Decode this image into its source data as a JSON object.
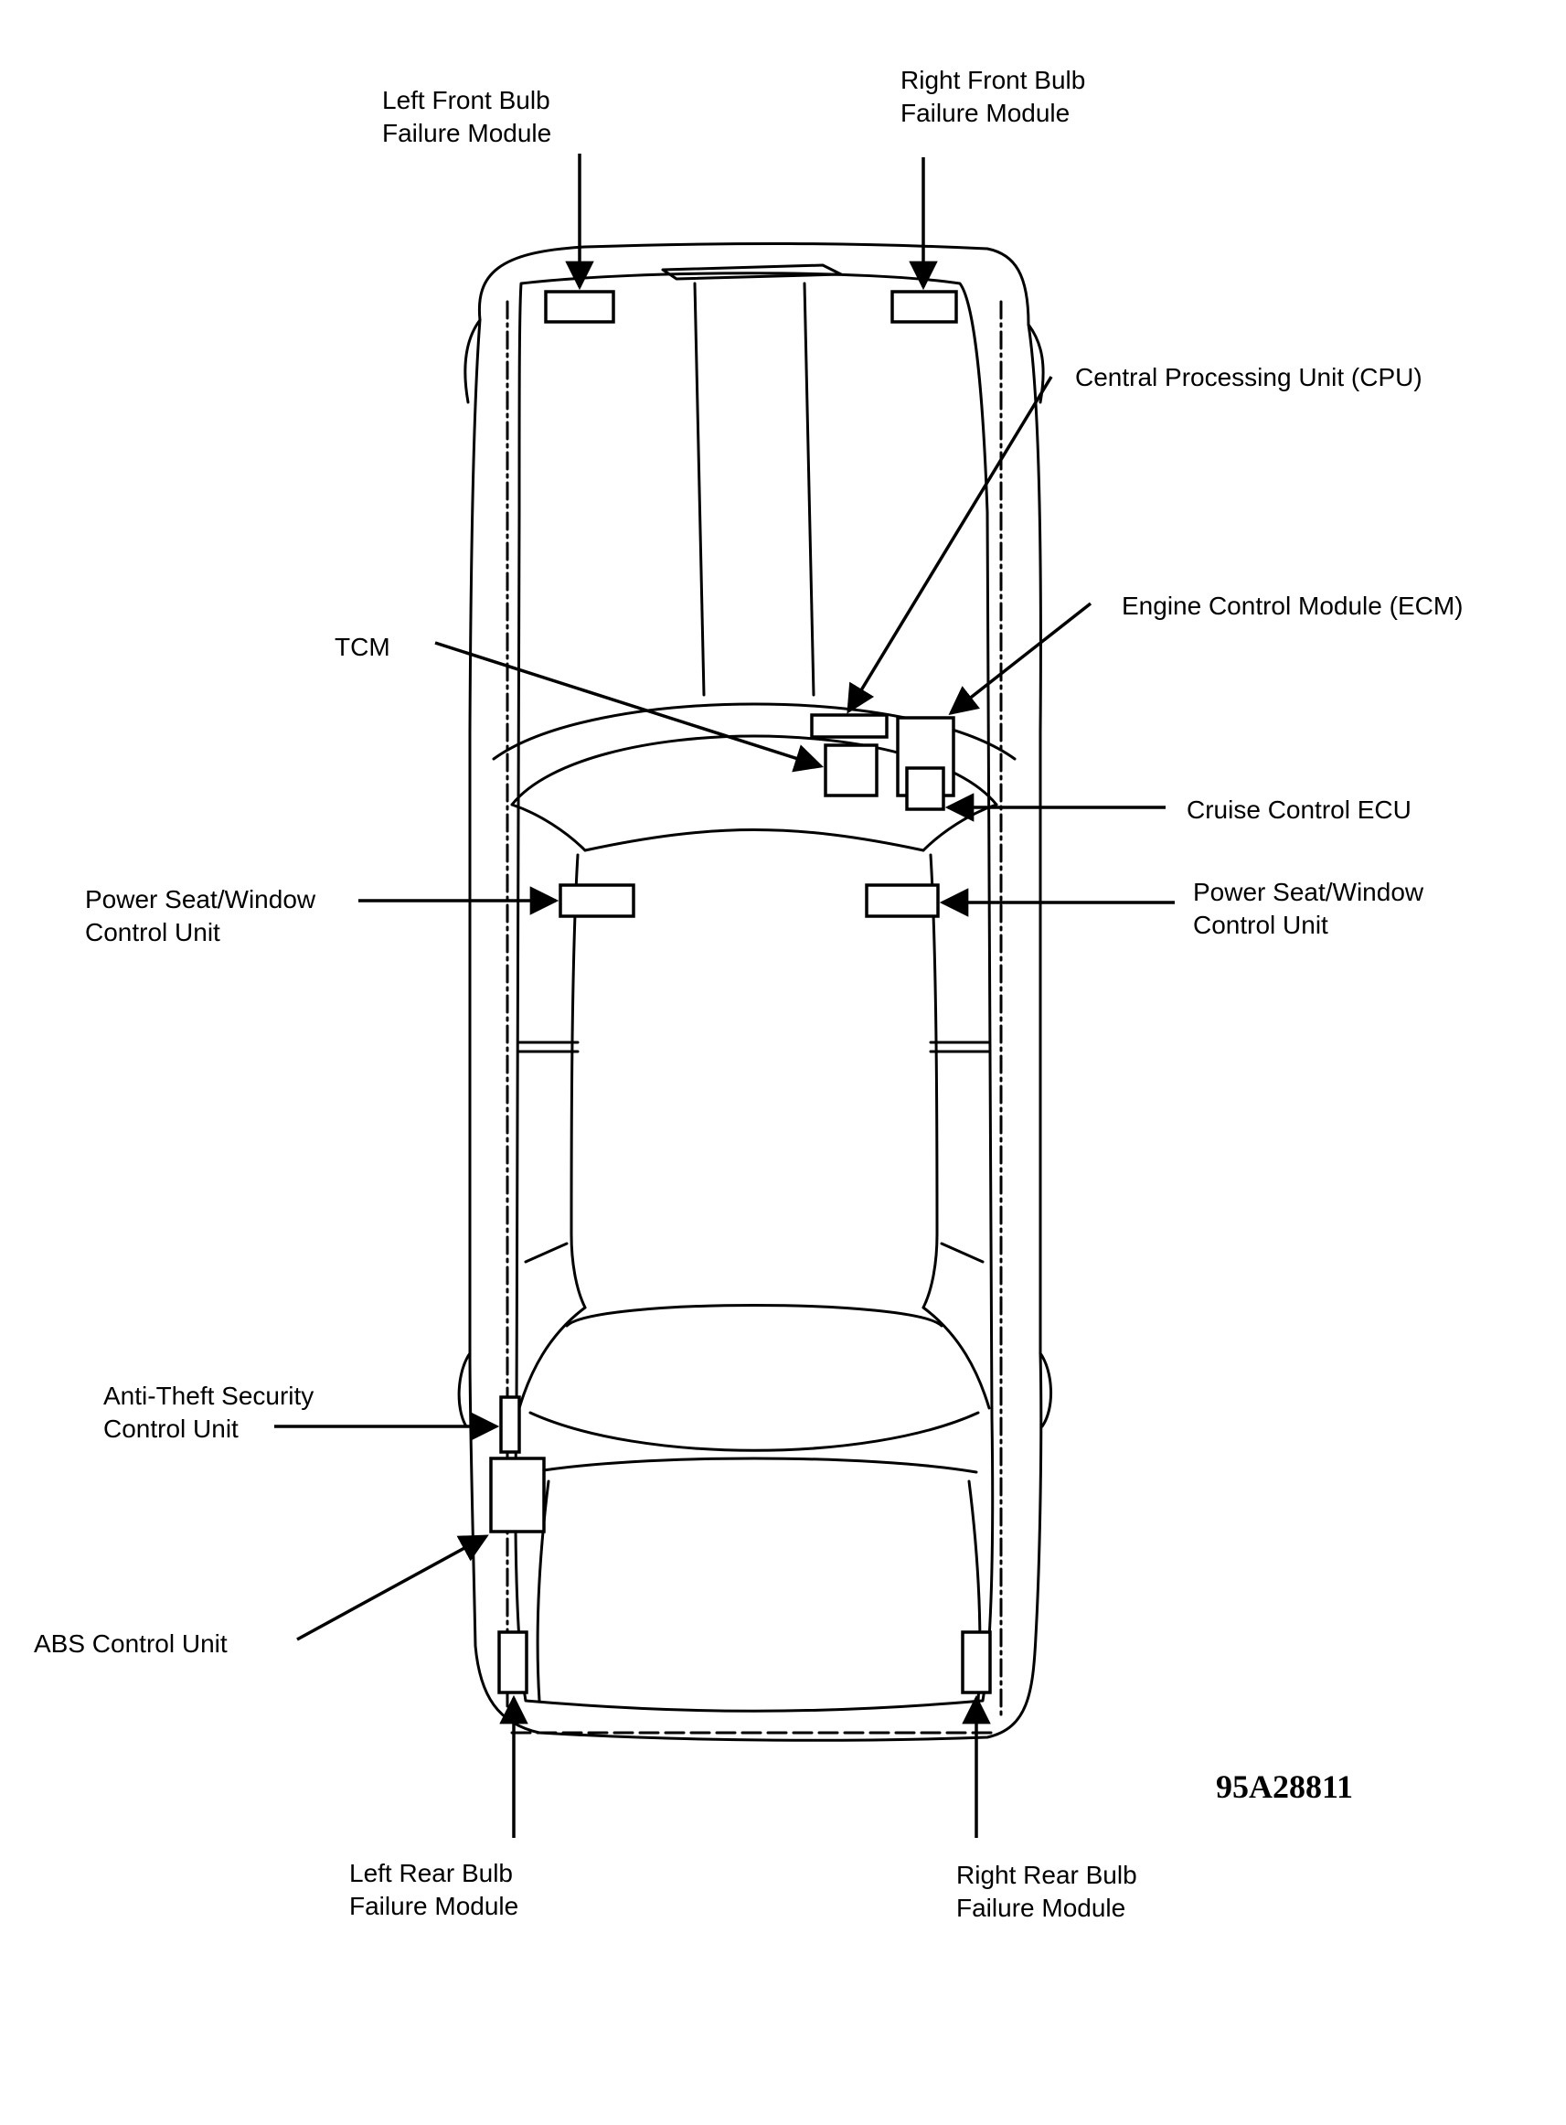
{
  "labels": {
    "left_front_bulb": [
      "Left Front Bulb",
      "Failure Module"
    ],
    "right_front_bulb": [
      "Right Front Bulb",
      "Failure Module"
    ],
    "cpu": "Central Processing Unit (CPU)",
    "ecm": "Engine Control Module (ECM)",
    "tcm": "TCM",
    "cruise": "Cruise Control ECU",
    "power_seat_left": [
      "Power Seat/Window",
      "Control Unit"
    ],
    "power_seat_right": [
      "Power Seat/Window",
      "Control Unit"
    ],
    "anti_theft": [
      "Anti-Theft Security",
      "Control Unit"
    ],
    "abs": "ABS Control Unit",
    "left_rear_bulb": [
      "Left Rear Bulb",
      "Failure Module"
    ],
    "right_rear_bulb": [
      "Right Rear Bulb",
      "Failure Module"
    ]
  },
  "figure_code": "95A28811"
}
